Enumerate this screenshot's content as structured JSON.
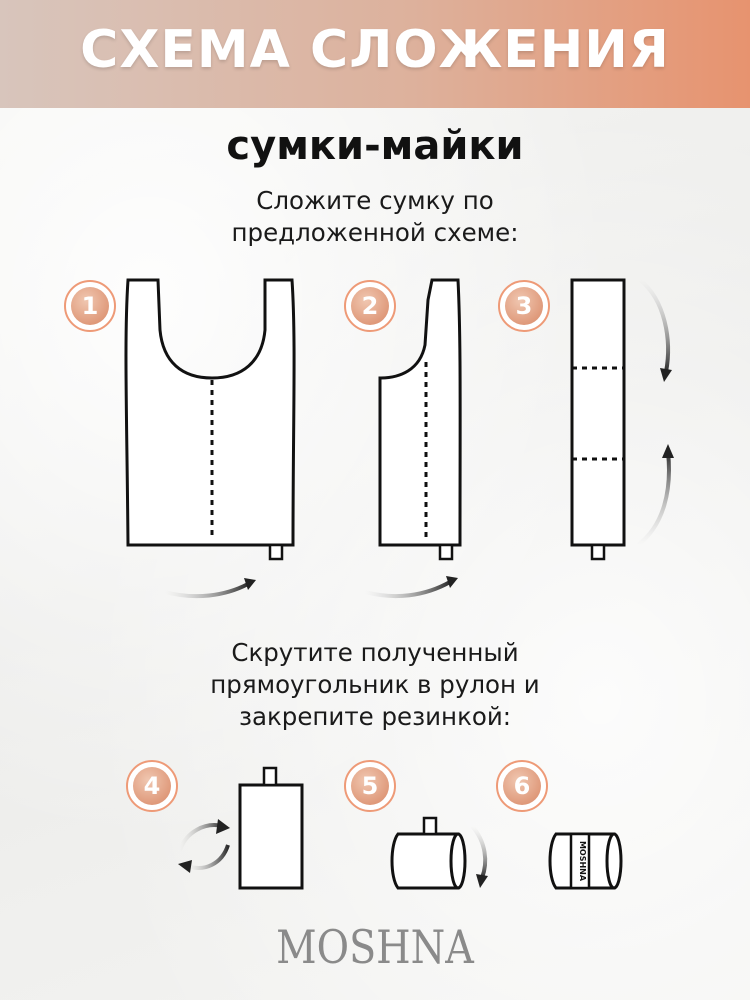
{
  "header": {
    "title": "СХЕМА СЛОЖЕНИЯ"
  },
  "subtitle": "сумки-майки",
  "instruction_1": {
    "lines": [
      "Сложите сумку по",
      "предложенной схеме:"
    ]
  },
  "instruction_2": {
    "lines": [
      "Скрутите полученный",
      "прямоугольник в рулон и",
      "закрепите резинкой:"
    ]
  },
  "steps": [
    {
      "number": "1"
    },
    {
      "number": "2"
    },
    {
      "number": "3"
    },
    {
      "number": "4"
    },
    {
      "number": "5"
    },
    {
      "number": "6"
    }
  ],
  "band_label": "MOSHNA",
  "brand": {
    "logo": "MOSHNA"
  },
  "colors": {
    "banner_start": "#d8c5bc",
    "banner_end": "#e7936f",
    "step_circle": "#dd9474",
    "outline": "#111111"
  }
}
